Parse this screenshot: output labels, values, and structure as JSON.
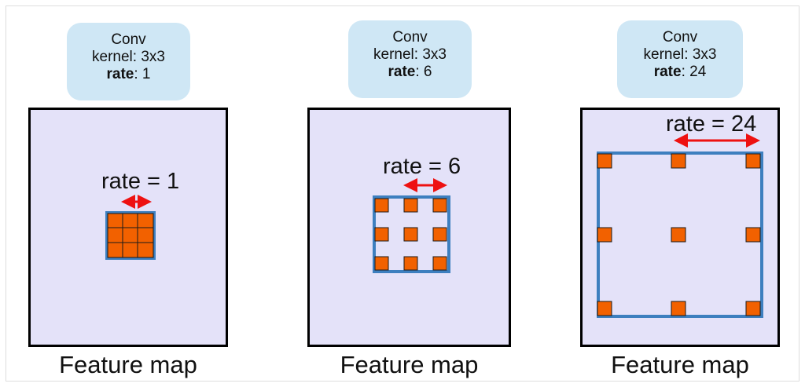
{
  "panels": [
    {
      "box": {
        "line1": "Conv",
        "line2": "kernel: 3x3",
        "rate_label": "rate",
        "rate_value": ": 1"
      },
      "rate_text": "rate = 1",
      "caption": "Feature map"
    },
    {
      "box": {
        "line1": "Conv",
        "line2": "kernel: 3x3",
        "rate_label": "rate",
        "rate_value": ": 6"
      },
      "rate_text": "rate = 6",
      "caption": "Feature map"
    },
    {
      "box": {
        "line1": "Conv",
        "line2": "kernel: 3x3",
        "rate_label": "rate",
        "rate_value": ": 24"
      },
      "rate_text": "rate = 24",
      "caption": "Feature map"
    }
  ],
  "colors": {
    "label_bg": "#cfe7f5",
    "feature_map_bg": "#e4e2f9",
    "kernel_cell": "#f26100",
    "receptive_field": "#3d7fbf",
    "arrow": "#ee1111"
  }
}
